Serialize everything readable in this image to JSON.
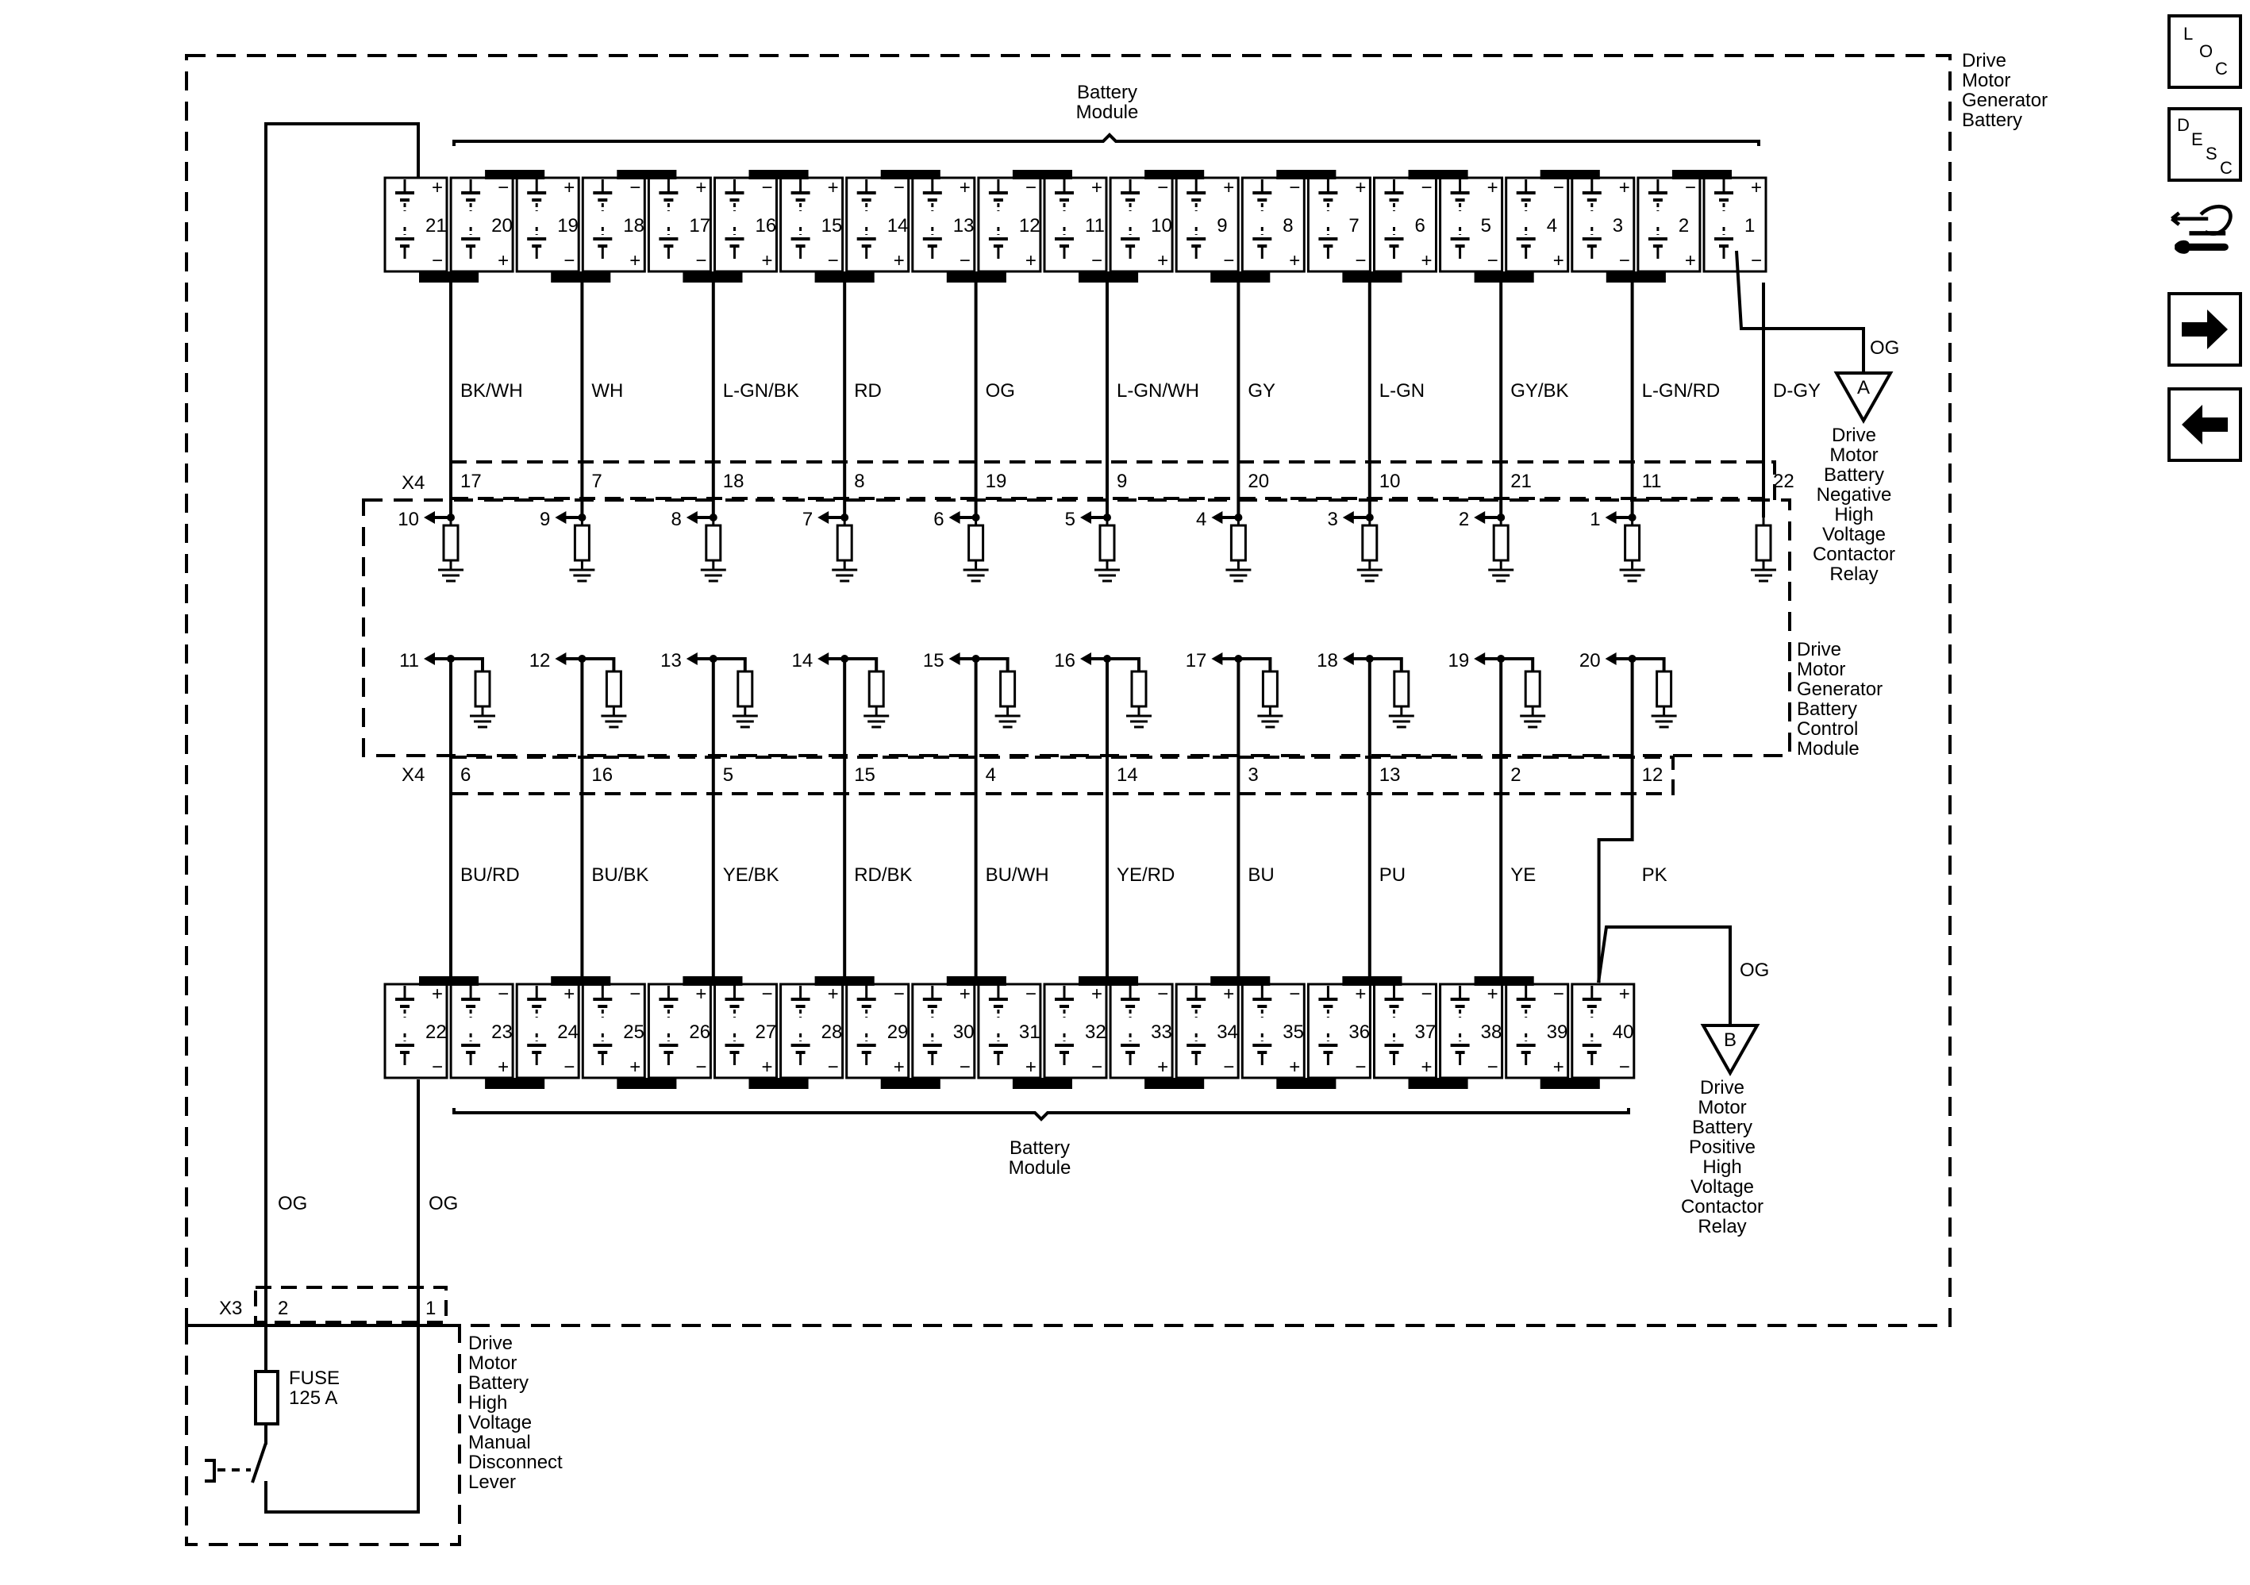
{
  "frame_labels": {
    "battery_assembly": "Drive\nMotor\nGenerator\nBattery",
    "control_module": "Drive\nMotor\nGenerator\nBattery\nControl\nModule",
    "disconnect_lever": "Drive\nMotor\nBattery\nHigh\nVoltage\nManual\nDisconnect\nLever"
  },
  "top_module": {
    "label": "Battery\nModule",
    "cells": [
      "21",
      "20",
      "19",
      "18",
      "17",
      "16",
      "15",
      "14",
      "13",
      "12",
      "11",
      "10",
      "9",
      "8",
      "7",
      "6",
      "5",
      "4",
      "3",
      "2",
      "1"
    ]
  },
  "bottom_module": {
    "label": "Battery\nModule",
    "cells": [
      "22",
      "23",
      "24",
      "25",
      "26",
      "27",
      "28",
      "29",
      "30",
      "31",
      "32",
      "33",
      "34",
      "35",
      "36",
      "37",
      "38",
      "39",
      "40"
    ]
  },
  "top_wires": [
    {
      "color": "BK/WH",
      "pin": "17",
      "input": "10"
    },
    {
      "color": "WH",
      "pin": "7",
      "input": "9"
    },
    {
      "color": "L-GN/BK",
      "pin": "18",
      "input": "8"
    },
    {
      "color": "RD",
      "pin": "8",
      "input": "7"
    },
    {
      "color": "OG",
      "pin": "19",
      "input": "6"
    },
    {
      "color": "L-GN/WH",
      "pin": "9",
      "input": "5"
    },
    {
      "color": "GY",
      "pin": "20",
      "input": "4"
    },
    {
      "color": "L-GN",
      "pin": "10",
      "input": "3"
    },
    {
      "color": "GY/BK",
      "pin": "21",
      "input": "2"
    },
    {
      "color": "L-GN/RD",
      "pin": "11",
      "input": "1"
    },
    {
      "color": "D-GY",
      "pin": "22",
      "input": ""
    }
  ],
  "bottom_wires": [
    {
      "color": "BU/RD",
      "pin": "6",
      "input": "11"
    },
    {
      "color": "BU/BK",
      "pin": "16",
      "input": "12"
    },
    {
      "color": "YE/BK",
      "pin": "5",
      "input": "13"
    },
    {
      "color": "RD/BK",
      "pin": "15",
      "input": "14"
    },
    {
      "color": "BU/WH",
      "pin": "4",
      "input": "15"
    },
    {
      "color": "YE/RD",
      "pin": "14",
      "input": "16"
    },
    {
      "color": "BU",
      "pin": "3",
      "input": "17"
    },
    {
      "color": "PU",
      "pin": "13",
      "input": "18"
    },
    {
      "color": "YE",
      "pin": "2",
      "input": "19"
    },
    {
      "color": "PK",
      "pin": "12",
      "input": "20"
    }
  ],
  "connectors": {
    "x4": "X4",
    "x3": "X3",
    "x3_pin_left": "2",
    "x3_pin_right": "1"
  },
  "fuse": {
    "label": "FUSE\n125 A"
  },
  "og_wires": {
    "left": "OG",
    "right": "OG",
    "relay_a": "OG",
    "relay_b": "OG"
  },
  "relay_a": {
    "letter": "A",
    "label": "Drive\nMotor\nBattery\nNegative\nHigh\nVoltage\nContactor\nRelay"
  },
  "relay_b": {
    "letter": "B",
    "label": "Drive\nMotor\nBattery\nPositive\nHigh\nVoltage\nContactor\nRelay"
  },
  "sidebar": {
    "loc": {
      "l1": "L",
      "l2": "O",
      "l3": "C"
    },
    "desc": {
      "l1": "D",
      "l2": "E",
      "l3": "S",
      "l4": "C"
    }
  }
}
